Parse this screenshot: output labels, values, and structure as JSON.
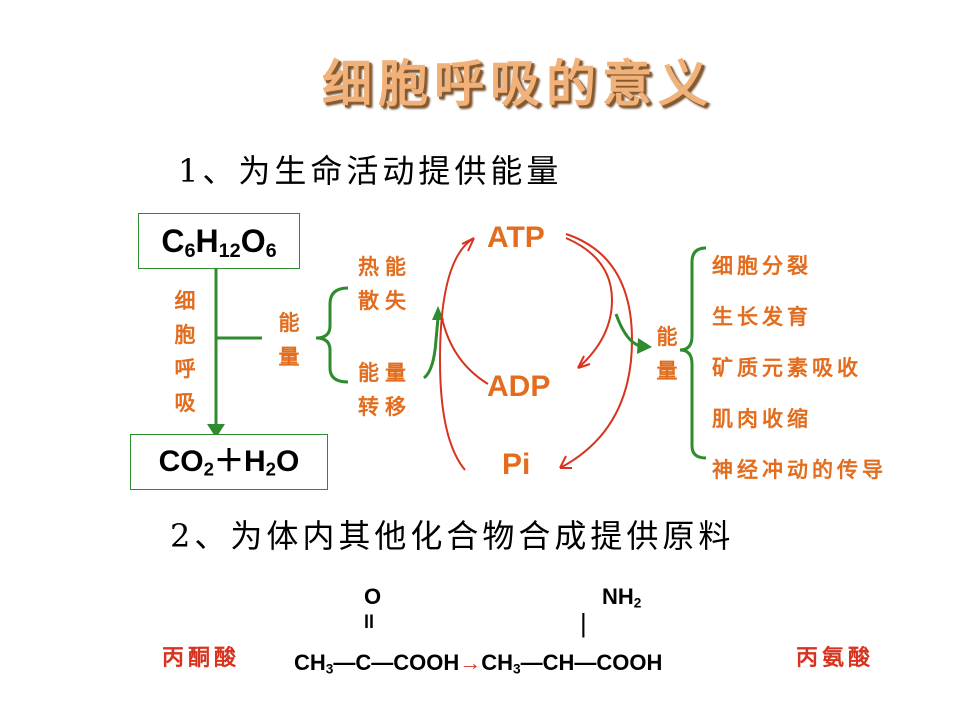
{
  "title": "细胞呼吸的意义",
  "heading1": "1、为生命活动提供能量",
  "heading2": "2、为体内其他化合物合成提供原料",
  "glucose": {
    "c": "C",
    "c_sub": "6",
    "h": "H",
    "h_sub": "12",
    "o": "O",
    "o_sub": "6"
  },
  "products": {
    "co": "CO",
    "co_sub": "2",
    "plus": "＋",
    "h": "H",
    "h_sub": "2",
    "o": "O"
  },
  "respiration_label": [
    "细",
    "胞",
    "呼",
    "吸"
  ],
  "energy_label_left": [
    "能",
    "量"
  ],
  "heat_loss": [
    "热能",
    "散失"
  ],
  "energy_transfer": [
    "能量",
    "转移"
  ],
  "atp": "ATP",
  "adp": "ADP",
  "pi": "Pi",
  "energy_label_right": [
    "能",
    "量"
  ],
  "uses": [
    "细胞分裂",
    "生长发育",
    "矿质元素吸收",
    "肌肉收缩",
    "神经冲动的传导"
  ],
  "pyruvate_label": "丙酮酸",
  "alanine_label": "丙氨酸",
  "formula": {
    "o_top": "O",
    "double_bond": "ll",
    "nh2": "NH",
    "nh2_sub": "2",
    "single_bond": "|",
    "left_part1": "CH",
    "left_sub": "3",
    "left_part2": "—C—COOH",
    "arrow": "→",
    "right_part1": "CH",
    "right_sub": "3",
    "right_part2": "—CH—COOH"
  },
  "colors": {
    "green": "#2e8b2e",
    "orange": "#e36d1e",
    "red": "#d8331e"
  }
}
